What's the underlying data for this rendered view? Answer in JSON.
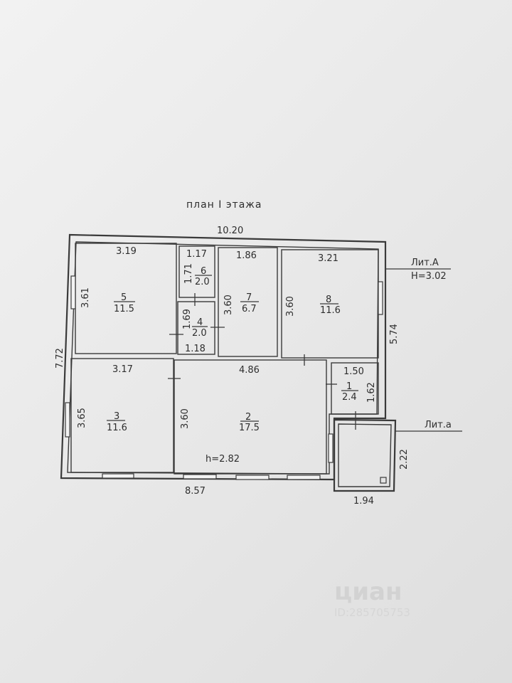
{
  "title": "план I этажа",
  "dimensions": {
    "top_total": "10.20",
    "left_total": "7.72",
    "bottom_total": "8.57",
    "right_upper": "5.74",
    "annex_width": "1.94",
    "annex_height": "2.22"
  },
  "rooms": [
    {
      "id": "r5",
      "number": "5",
      "area": "11.5",
      "width": "3.19",
      "depth": "3.61"
    },
    {
      "id": "r6",
      "number": "6",
      "area": "2.0",
      "width": "1.17",
      "depth": "1.71"
    },
    {
      "id": "r4",
      "number": "4",
      "area": "2.0",
      "width": "1.18",
      "depth": "1.69"
    },
    {
      "id": "r7",
      "number": "7",
      "area": "6.7",
      "width": "1.86",
      "depth": "3.60"
    },
    {
      "id": "r8",
      "number": "8",
      "area": "11.6",
      "width": "3.21",
      "depth": "3.60"
    },
    {
      "id": "r3",
      "number": "3",
      "area": "11.6",
      "width": "3.17",
      "depth": "3.65"
    },
    {
      "id": "r2",
      "number": "2",
      "area": "17.5",
      "width": "4.86",
      "depth": "3.60"
    },
    {
      "id": "r1",
      "number": "1",
      "area": "2.4",
      "width": "1.50",
      "depth": "1.62"
    }
  ],
  "ceiling_height_label": "h=2.82",
  "lit_a": {
    "label": "Лит.А",
    "height": "H=3.02"
  },
  "lit_a_small": {
    "label": "Лит.а"
  },
  "watermark": {
    "brand": "циан",
    "id": "ID:285705753"
  }
}
